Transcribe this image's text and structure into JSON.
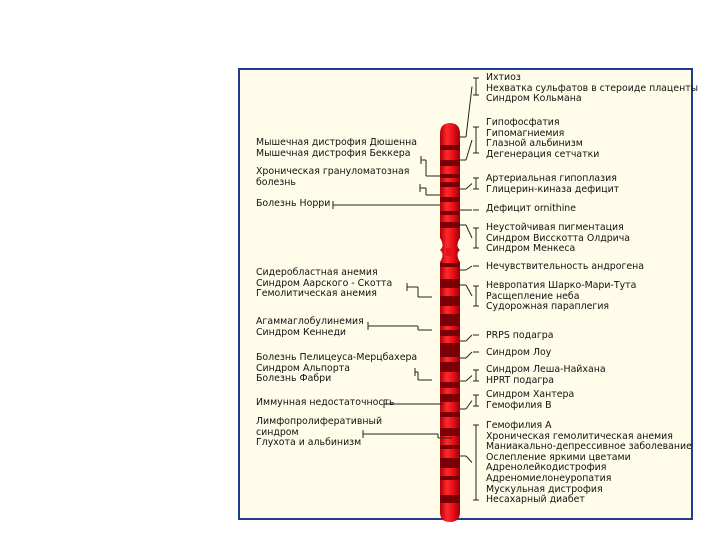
{
  "chromosome": {
    "name": "",
    "left_groups": [
      {
        "lines": [
          "Мышечная дистрофия Дюшенна",
          "Мышечная дистрофия Беккера"
        ]
      },
      {
        "lines": [
          "Хроническая грануломатозная",
          "болезнь"
        ]
      },
      {
        "lines": [
          "Болезнь Норри"
        ]
      },
      {
        "lines": [
          "Сидеробластная анемия",
          "Синдром Аарского - Скотта",
          "Гемолитическая анемия"
        ]
      },
      {
        "lines": [
          "Агаммаглобулинемия",
          "Синдром Кеннеди"
        ]
      },
      {
        "lines": [
          "Болезнь Пелицеуса-Мерцбахера",
          "Синдром Альпорта",
          "Болезнь Фабри"
        ]
      },
      {
        "lines": [
          "Иммунная недостаточность"
        ]
      },
      {
        "lines": [
          "Лимфопролиферативный",
          "синдром",
          "Глухота и альбинизм"
        ]
      }
    ],
    "right_groups": [
      {
        "lines": [
          "Ихтиоз",
          "Нехватка сульфатов в стероиде плаценты",
          "Синдром Кольмана"
        ]
      },
      {
        "lines": [
          "Гипофосфатия",
          "Гипомагниемия",
          "Глазной альбинизм",
          "Дегенерация сетчатки"
        ]
      },
      {
        "lines": [
          "Артериальная гипоплазия",
          "Глицерин-киназа дефицит"
        ]
      },
      {
        "lines": [
          "Дефицит ornithine"
        ]
      },
      {
        "lines": [
          "Неустойчивая пигментация",
          "Синдром Висскотта Олдрича",
          "Синдром Менкеса"
        ]
      },
      {
        "lines": [
          "Нечувствительность андрогена"
        ]
      },
      {
        "lines": [
          "Невропатия Шарко-Мари-Тута",
          "Расщепление неба",
          "Судорожная параплегия"
        ]
      },
      {
        "lines": [
          "PRPS подагра"
        ]
      },
      {
        "lines": [
          "Синдром Лоу"
        ]
      },
      {
        "lines": [
          "Синдром Леша-Найхана",
          "HPRT подагра"
        ]
      },
      {
        "lines": [
          "Синдром Хантера",
          "Гемофилия B"
        ]
      },
      {
        "lines": [
          "Гемофилия А",
          "Хроническая гемолитическая анемия",
          "Маниакально-депрессивное заболевание",
          "Ослепление яркими цветами",
          "Адренолейкодистрофия",
          "Адреномиелонеуропатия",
          "Мускульная дистрофия",
          "Несахарный диабет"
        ]
      }
    ]
  },
  "colors": {
    "frame_border": "#1f3d8c",
    "background": "#fffde9",
    "chromosome_red": "#e8101a",
    "band_dark": "#7a0008"
  }
}
